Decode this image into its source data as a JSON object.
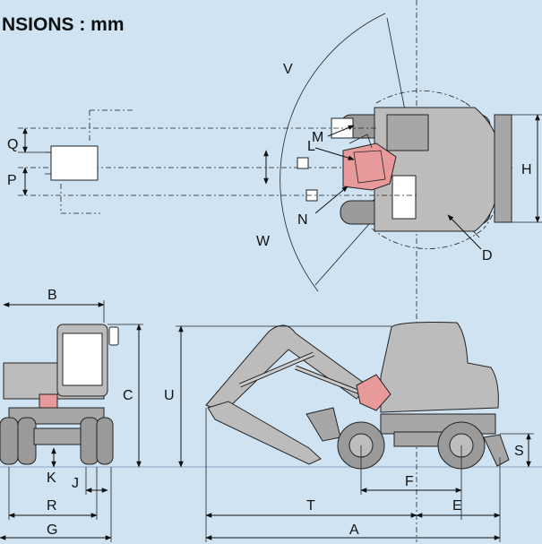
{
  "title": "NSIONS : mm",
  "labels": {
    "A": "A",
    "B": "B",
    "C": "C",
    "D": "D",
    "E": "E",
    "F": "F",
    "G": "G",
    "H": "H",
    "J": "J",
    "K": "K",
    "L": "L",
    "M": "M",
    "N": "N",
    "P": "P",
    "Q": "Q",
    "R": "R",
    "S": "S",
    "T": "T",
    "U": "U",
    "V": "V",
    "W": "W"
  },
  "colors": {
    "background": "#cfe3f2",
    "body": "#bcbcbc",
    "accent": "#e89a9a",
    "ground": "#9fbad2"
  }
}
